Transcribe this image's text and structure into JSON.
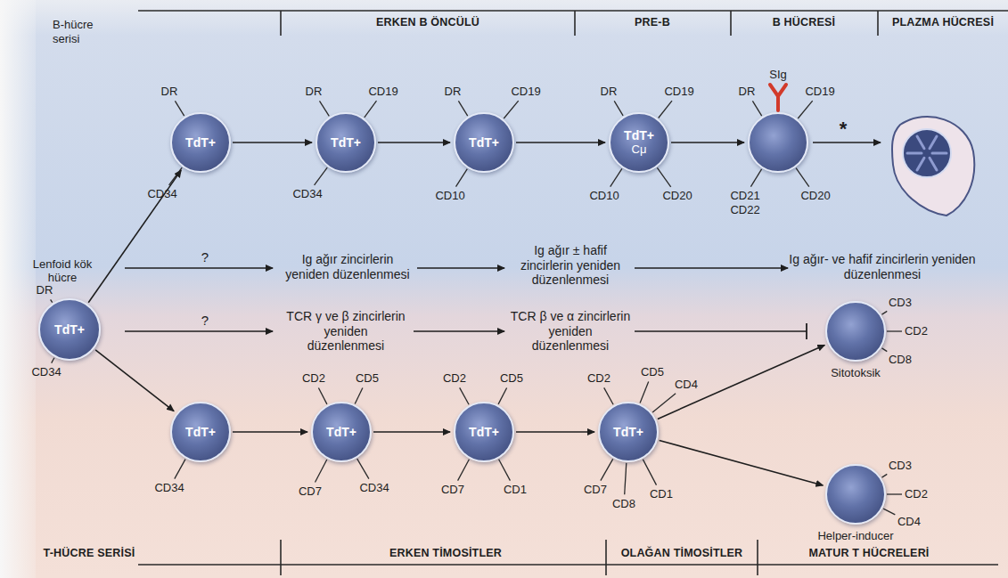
{
  "diagram": {
    "nodes": [
      {
        "text": [
          "Lenfoid kök hücre",
          "TdT+"
        ]
      },
      {
        "text": [
          "TdT+"
        ]
      },
      {
        "text": [
          "TdT+"
        ]
      },
      {
        "text": [
          "TdT+"
        ]
      },
      {
        "text": [
          "TdT+",
          "Cμ"
        ]
      },
      {
        "text": [
          "SIg"
        ]
      },
      {
        "text": [
          "TdT+"
        ]
      },
      {
        "text": [
          "TdT+"
        ]
      },
      {
        "text": [
          "TdT+"
        ]
      },
      {
        "text": [
          "TdT+"
        ]
      },
      {
        "text": [
          "Sitotoksik"
        ]
      },
      {
        "text": [
          "Helper-inducer"
        ]
      }
    ],
    "edges": [
      {
        "from": 0,
        "to": 1,
        "arrow": "to"
      },
      {
        "from": 1,
        "to": 2,
        "arrow": "to"
      },
      {
        "from": 2,
        "to": 3,
        "arrow": "to"
      },
      {
        "from": 3,
        "to": 4,
        "arrow": "to"
      },
      {
        "from": 4,
        "to": 5,
        "arrow": "to"
      },
      {
        "from": 0,
        "to": 6,
        "arrow": "to"
      },
      {
        "from": 6,
        "to": 7,
        "arrow": "to"
      },
      {
        "from": 7,
        "to": 8,
        "arrow": "to"
      },
      {
        "from": 8,
        "to": 9,
        "arrow": "to"
      },
      {
        "from": 9,
        "to": 10,
        "arrow": "to"
      },
      {
        "from": 9,
        "to": 11,
        "arrow": "to"
      }
    ],
    "labels": [
      "B-hücre serisi",
      "ERKEN B ÖNCÜLÜ",
      "PRE-B",
      "B HÜCRESİ",
      "PLAZMA HÜCRESİ",
      "DR",
      "CD34",
      "DR",
      "CD19",
      "CD34",
      "DR",
      "CD19",
      "CD10",
      "DR",
      "CD19",
      "CD10",
      "CD20",
      "DR",
      "CD19",
      "CD21",
      "CD22",
      "CD20",
      "*",
      "DR",
      "CD34",
      "?",
      "Ig ağır zincirlerin yeniden düzenlenmesi",
      "Ig ağır ± hafif zincirlerin yeniden düzenlenmesi",
      "Ig ağır- ve hafif zincirlerin yeniden düzenlenmesi",
      "?",
      "TCR γ ve β zincirlerin yeniden düzenlenmesi",
      "TCR β ve α zincirlerin yeniden düzenlenmesi",
      "CD34",
      "CD2",
      "CD5",
      "CD7",
      "CD34",
      "CD2",
      "CD5",
      "CD7",
      "CD1",
      "CD2",
      "CD5",
      "CD4",
      "CD7",
      "CD8",
      "CD1",
      "CD3",
      "CD2",
      "CD8",
      "CD3",
      "CD2",
      "CD4",
      "T-HÜCRE SERİSİ",
      "ERKEN TİMOSİTLER",
      "OLAĞAN TİMOSİTLER",
      "MATUR T HÜCRELERİ"
    ]
  }
}
